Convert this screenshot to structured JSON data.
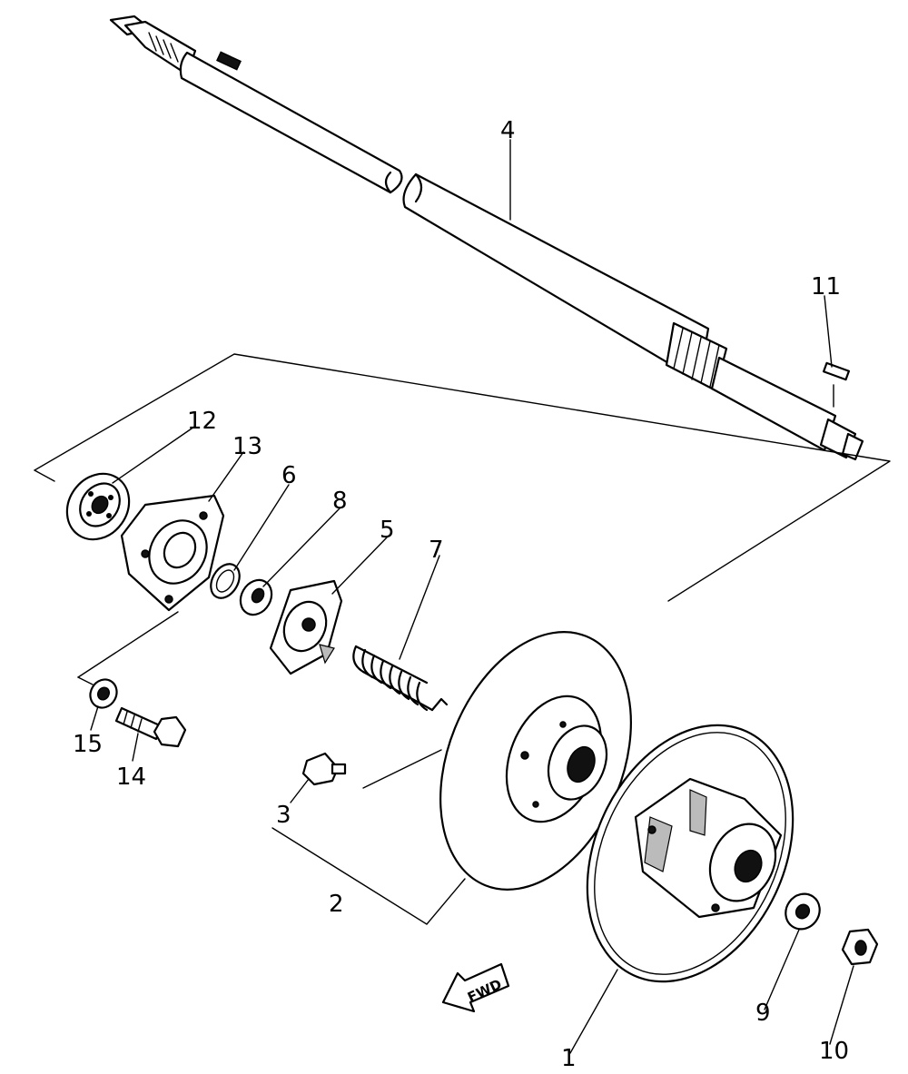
{
  "diagram": {
    "callouts": {
      "p1": "1",
      "p2": "2",
      "p3": "3",
      "p4": "4",
      "p5": "5",
      "p6": "6",
      "p7": "7",
      "p8": "8",
      "p9": "9",
      "p10": "10",
      "p11": "11",
      "p12": "12",
      "p13": "13",
      "p14": "14",
      "p15": "15"
    },
    "forward_arrow_label": "FWD"
  }
}
